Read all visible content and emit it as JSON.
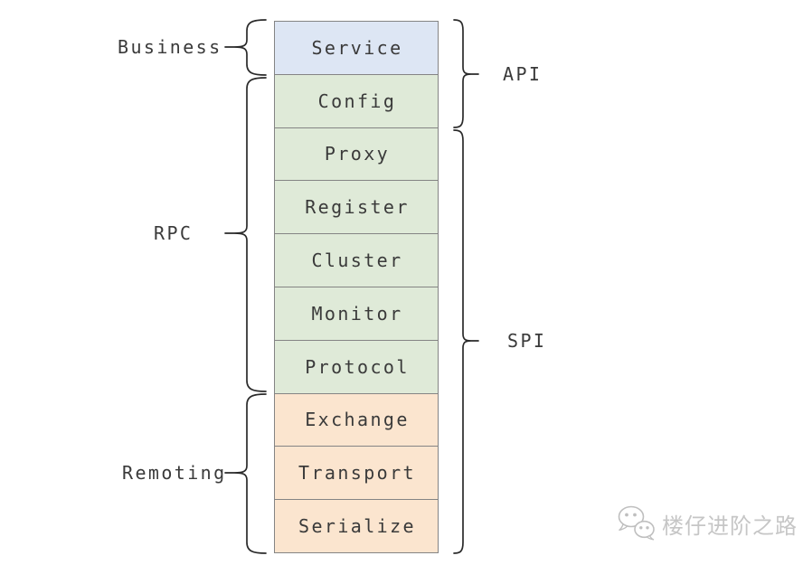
{
  "diagram": {
    "layers": [
      {
        "label": "Service",
        "group": "blue"
      },
      {
        "label": "Config",
        "group": "green"
      },
      {
        "label": "Proxy",
        "group": "green"
      },
      {
        "label": "Register",
        "group": "green"
      },
      {
        "label": "Cluster",
        "group": "green"
      },
      {
        "label": "Monitor",
        "group": "green"
      },
      {
        "label": "Protocol",
        "group": "green"
      },
      {
        "label": "Exchange",
        "group": "orange"
      },
      {
        "label": "Transport",
        "group": "orange"
      },
      {
        "label": "Serialize",
        "group": "orange"
      }
    ],
    "left_brackets": [
      {
        "label": "Business",
        "covers": [
          "Service"
        ]
      },
      {
        "label": "RPC",
        "covers": [
          "Config",
          "Proxy",
          "Register",
          "Cluster",
          "Monitor",
          "Protocol"
        ]
      },
      {
        "label": "Remoting",
        "covers": [
          "Exchange",
          "Transport",
          "Serialize"
        ]
      }
    ],
    "right_brackets": [
      {
        "label": "API",
        "covers": [
          "Service",
          "Config"
        ]
      },
      {
        "label": "SPI",
        "covers": [
          "Proxy",
          "Register",
          "Cluster",
          "Monitor",
          "Protocol",
          "Exchange",
          "Transport",
          "Serialize"
        ]
      }
    ],
    "colors": {
      "layer_blue": "#dde6f4",
      "layer_green": "#dfead8",
      "layer_orange": "#fbe5cf",
      "border": "#848484",
      "line": "#2a2a2a",
      "text": "#3a3a3a",
      "watermark": "#c6c6c6"
    }
  },
  "watermark": {
    "icon": "wechat-chat-bubbles-icon",
    "text": "楼仔进阶之路"
  }
}
